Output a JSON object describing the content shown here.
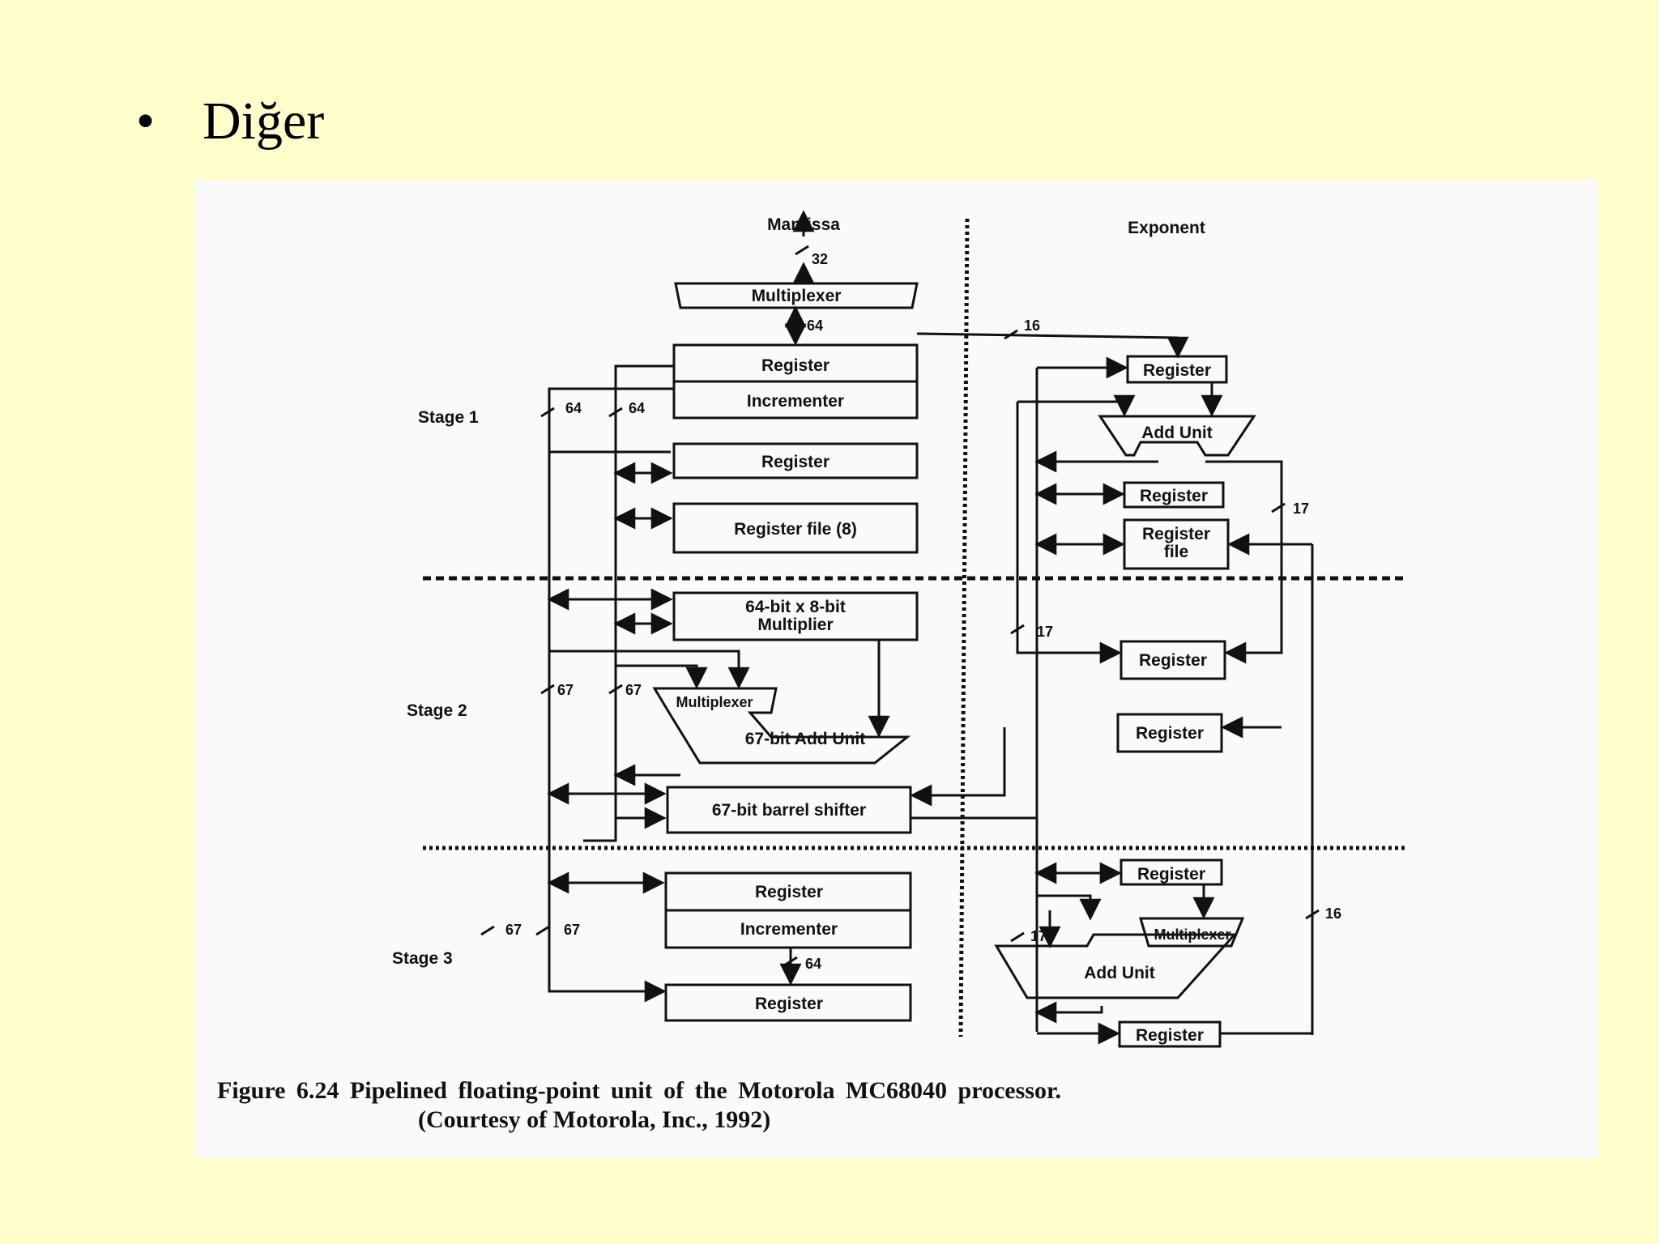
{
  "slide": {
    "bullet": "•",
    "heading": "Diğer"
  },
  "figure": {
    "labels": {
      "mantissa": "Mantissa",
      "exponent": "Exponent",
      "multiplexer": "Multiplexer",
      "register": "Register",
      "incrementer": "Incrementer",
      "register_file_8": "Register file (8)",
      "multiplier_line1": "64-bit x 8-bit",
      "multiplier_line2": "Multiplier",
      "add_unit_67": "67-bit Add Unit",
      "barrel_shifter": "67-bit barrel shifter",
      "add_unit": "Add Unit",
      "register_file_line1": "Register",
      "register_file_line2": "file",
      "stage1": "Stage 1",
      "stage2": "Stage 2",
      "stage3": "Stage 3"
    },
    "bus_widths": {
      "w32": "32",
      "w64": "64",
      "w16": "16",
      "w17": "17",
      "w67": "67"
    },
    "caption_line1": "Figure 6.24 Pipelined floating-point unit of the Motorola MC68040 processor.",
    "caption_line2": "(Courtesy of Motorola, Inc., 1992)"
  }
}
